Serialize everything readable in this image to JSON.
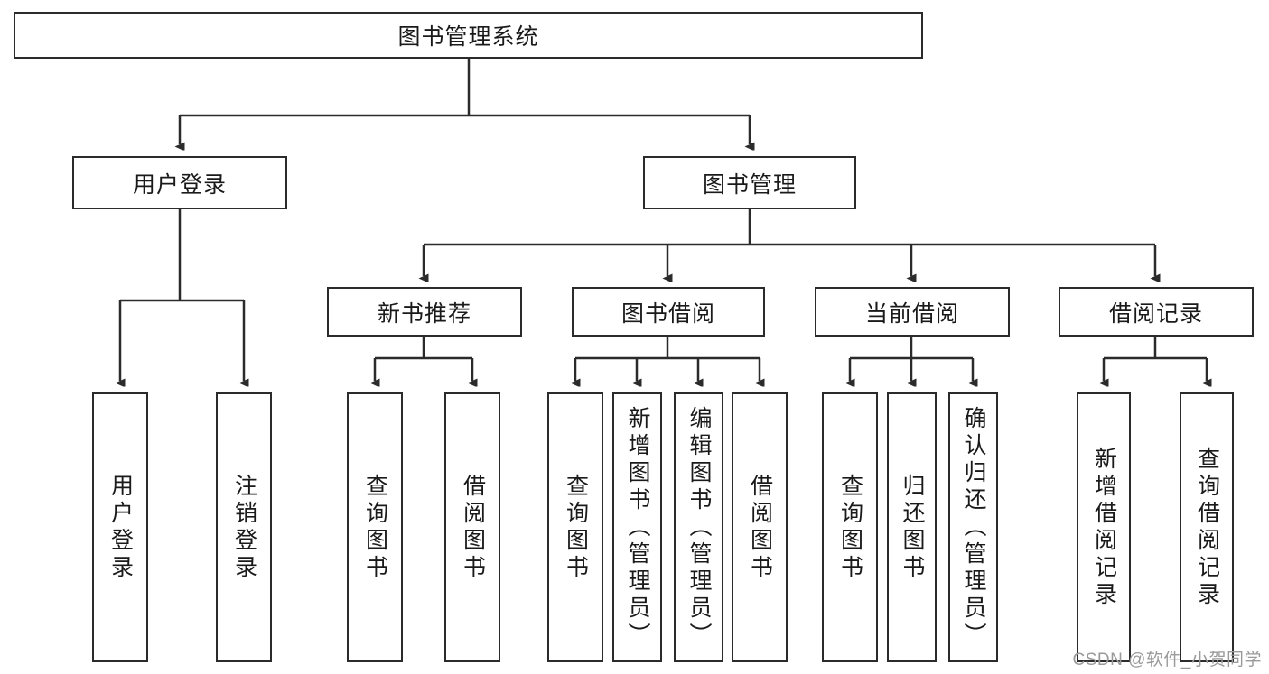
{
  "diagram": {
    "title_node": {
      "id": "root",
      "label": "图书管理系统"
    },
    "level2": [
      {
        "id": "user-login",
        "label": "用户登录"
      },
      {
        "id": "book-manage",
        "label": "图书管理"
      }
    ],
    "level3": [
      {
        "id": "new-book-recommend",
        "label": "新书推荐"
      },
      {
        "id": "book-borrow",
        "label": "图书借阅"
      },
      {
        "id": "current-borrow",
        "label": "当前借阅"
      },
      {
        "id": "borrow-record",
        "label": "借阅记录"
      }
    ],
    "leaves": [
      {
        "id": "leaf-user-login",
        "label": "用户登录",
        "parent": "user-login"
      },
      {
        "id": "leaf-user-logout",
        "label": "注销登录",
        "parent": "user-login"
      },
      {
        "id": "leaf-query-book-1",
        "label": "查询图书",
        "parent": "new-book-recommend"
      },
      {
        "id": "leaf-borrow-book-1",
        "label": "借阅图书",
        "parent": "new-book-recommend"
      },
      {
        "id": "leaf-query-book-2",
        "label": "查询图书",
        "parent": "book-borrow"
      },
      {
        "id": "leaf-add-book",
        "label": "新增图书（管理员）",
        "parent": "book-borrow"
      },
      {
        "id": "leaf-edit-book",
        "label": "编辑图书（管理员）",
        "parent": "book-borrow"
      },
      {
        "id": "leaf-borrow-book-2",
        "label": "借阅图书",
        "parent": "book-borrow"
      },
      {
        "id": "leaf-query-book-3",
        "label": "查询图书",
        "parent": "current-borrow"
      },
      {
        "id": "leaf-return-book",
        "label": "归还图书",
        "parent": "current-borrow"
      },
      {
        "id": "leaf-confirm-return",
        "label": "确认归还（管理员）",
        "parent": "current-borrow"
      },
      {
        "id": "leaf-add-record",
        "label": "新增借阅记录",
        "parent": "borrow-record"
      },
      {
        "id": "leaf-query-record",
        "label": "查询借阅记录",
        "parent": "borrow-record"
      }
    ],
    "watermark": "CSDN @软件_小贺同学",
    "colors": {
      "stroke": "#2b2b2b",
      "background": "#ffffff",
      "text": "#1a1a1a",
      "watermark": "#9a9a9a"
    }
  }
}
